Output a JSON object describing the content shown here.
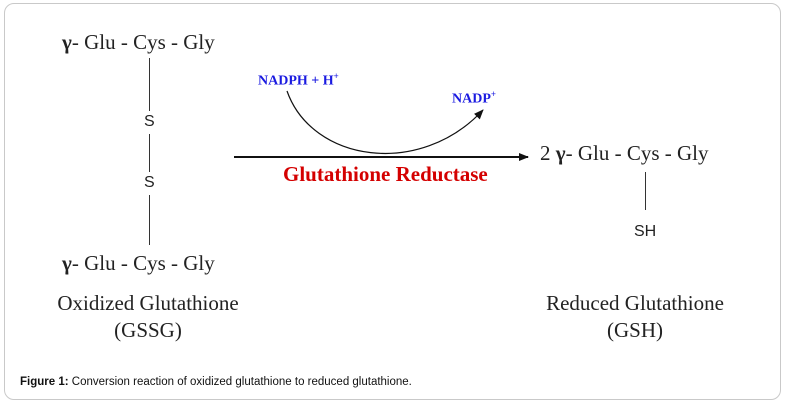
{
  "gssg": {
    "top_gamma": "γ",
    "top_chain": "- Glu - Cys - Gly",
    "sulfur_1": "S",
    "sulfur_2": "S",
    "bottom_gamma": "γ",
    "bottom_chain": "- Glu - Cys - Gly",
    "name": "Oxidized Glutathione",
    "abbrev": "(GSSG)"
  },
  "reaction": {
    "cofactor_in": "NADPH + H",
    "cofactor_in_sup": "+",
    "cofactor_out": "NADP",
    "cofactor_out_sup": "+",
    "enzyme": "Glutathione Reductase"
  },
  "gsh": {
    "coefficient": "2",
    "gamma": "γ",
    "chain": "- Glu - Cys - Gly",
    "thiol": "SH",
    "name": "Reduced Glutathione",
    "abbrev": "(GSH)"
  },
  "caption": {
    "label": "Figure 1:",
    "text": " Conversion reaction of oxidized glutathione to reduced glutathione."
  },
  "colors": {
    "cofactor": "#1a1ae0",
    "enzyme": "#d40000",
    "frame_border": "#c9c9c9"
  }
}
